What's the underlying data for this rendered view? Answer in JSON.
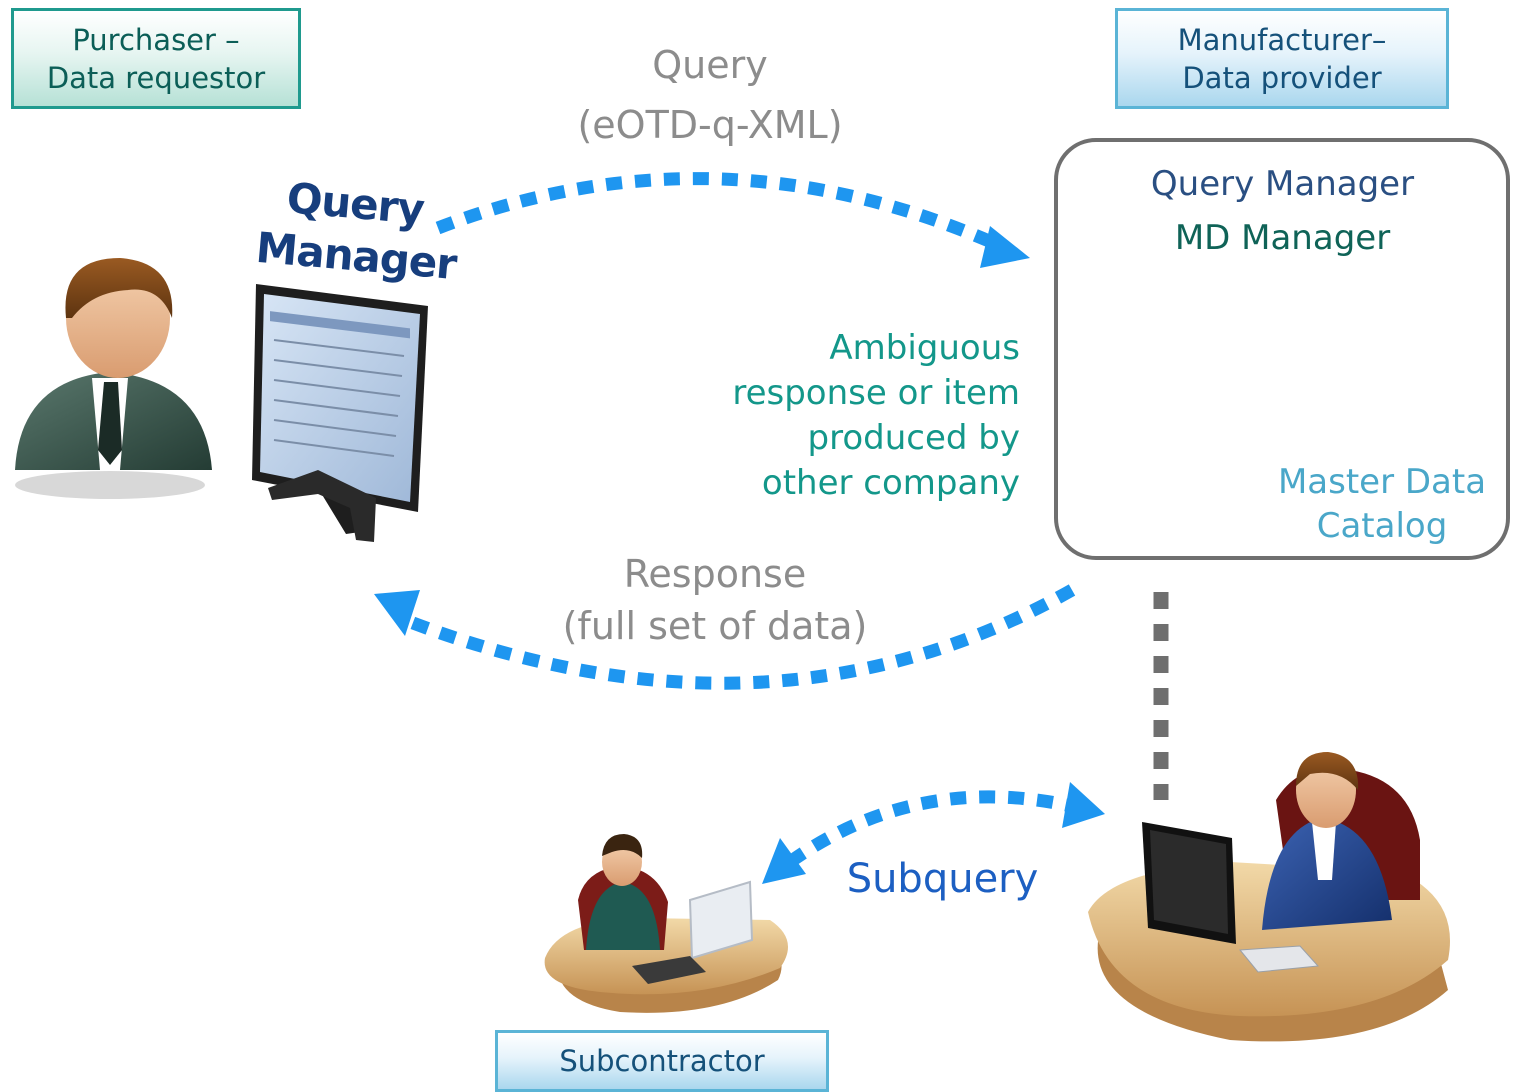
{
  "roles": {
    "purchaser": [
      "Purchaser –",
      "Data requestor"
    ],
    "manufacturer": [
      "Manufacturer–",
      "Data provider"
    ],
    "subcontractor": "Subcontractor"
  },
  "query_label": [
    "Query",
    "(eOTD-q-XML)"
  ],
  "response_label": [
    "Response",
    "(full set of data)"
  ],
  "query_manager_left": [
    "Query",
    "Manager"
  ],
  "provider_box": {
    "query_manager": "Query Manager",
    "md_manager": "MD Manager",
    "catalog": [
      "Master Data",
      "Catalog"
    ]
  },
  "ambiguous_note": [
    "Ambiguous",
    "response or item",
    "produced by",
    "other company"
  ],
  "subquery_label": "Subquery",
  "colors": {
    "arrow_blue": "#1e96f0",
    "teal": "#13978a",
    "navy": "#173e7d",
    "gray_text": "#8c8c8c",
    "link_gray": "#6f6f6f"
  },
  "icons": [
    "purchaser-person-icon",
    "monitor-icon",
    "server-icon",
    "padlock-icon",
    "database-icon",
    "subcontractor-desk-icon",
    "manufacturer-desk-icon"
  ]
}
